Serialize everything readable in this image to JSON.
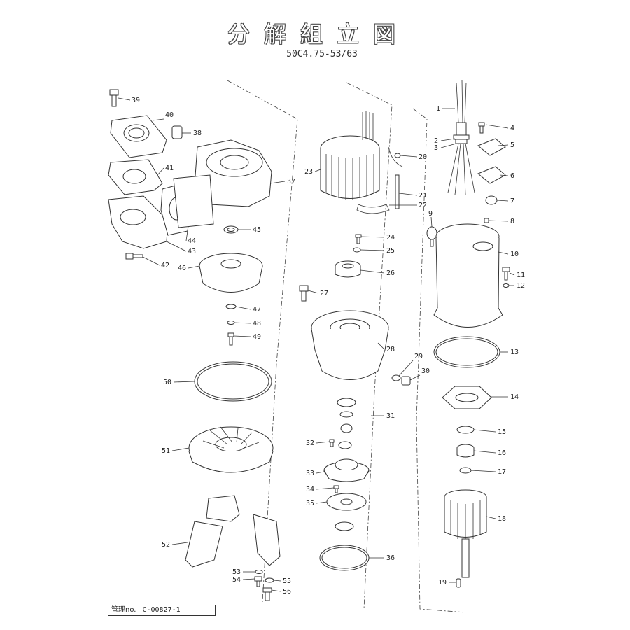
{
  "title": "分解組立図",
  "model": "50C4.75-53/63",
  "management": {
    "label": "管理no.",
    "value": "C-00827-1"
  },
  "part_labels": [
    "1",
    "2",
    "3",
    "4",
    "5",
    "6",
    "7",
    "8",
    "9",
    "10",
    "11",
    "12",
    "13",
    "14",
    "15",
    "16",
    "17",
    "18",
    "19",
    "20",
    "21",
    "22",
    "23",
    "24",
    "25",
    "26",
    "27",
    "28",
    "29",
    "30",
    "31",
    "32",
    "33",
    "34",
    "35",
    "36",
    "37",
    "38",
    "39",
    "40",
    "41",
    "42",
    "43",
    "44",
    "45",
    "46",
    "47",
    "48",
    "49",
    "50",
    "51",
    "52",
    "53",
    "54",
    "55",
    "56"
  ]
}
